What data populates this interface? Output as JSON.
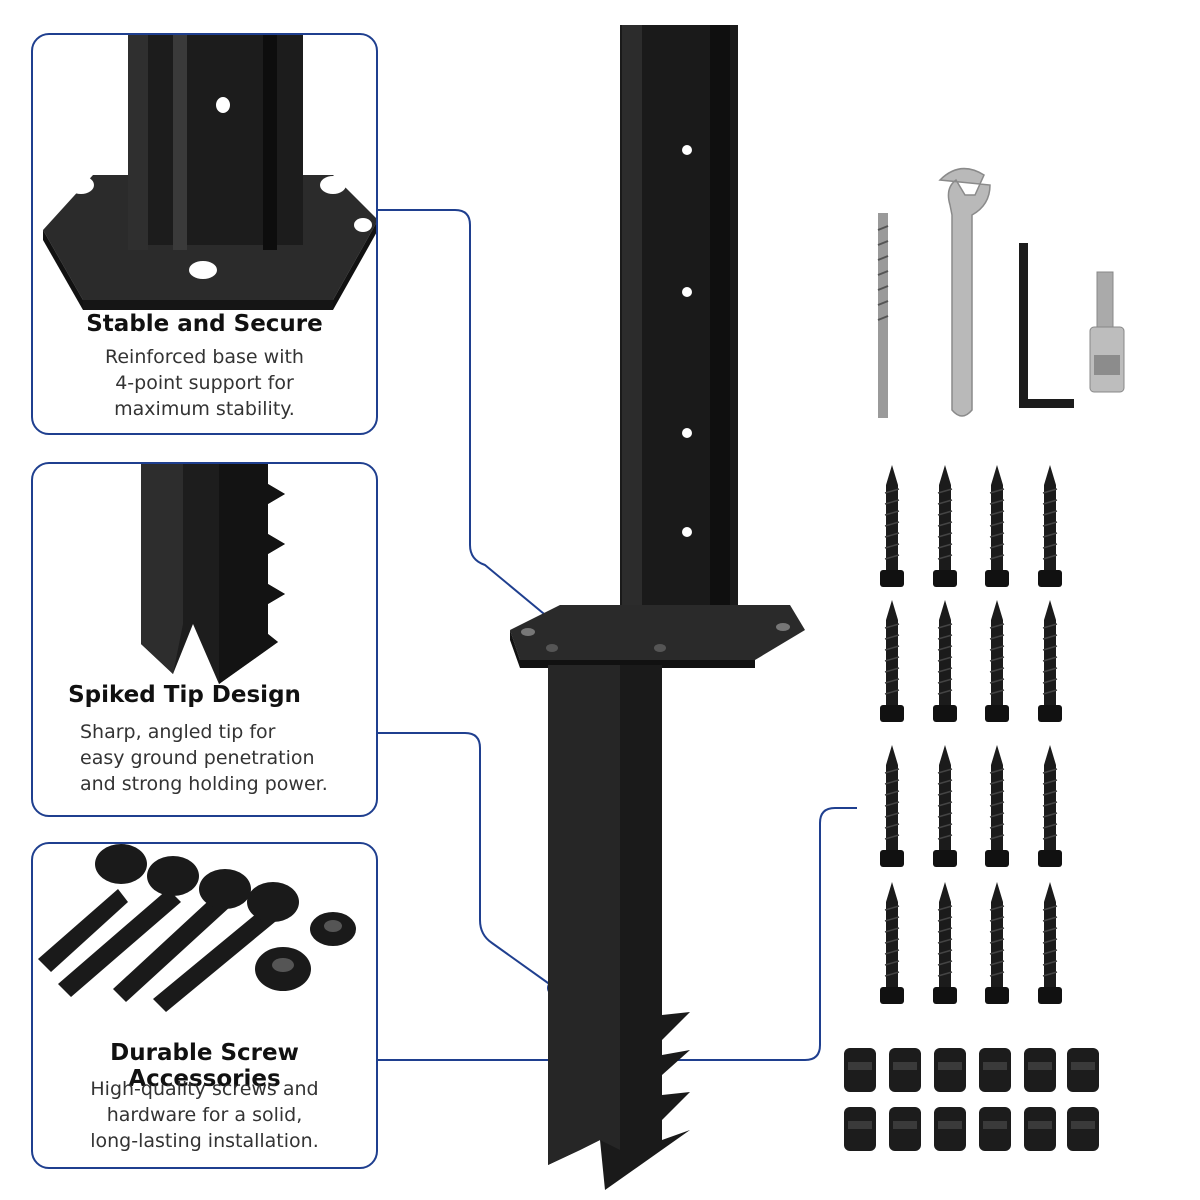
{
  "features": [
    {
      "title": "Stable and Secure",
      "lines": [
        "Reinforced base with",
        "4-point support for",
        "maximum stability."
      ]
    },
    {
      "title": "Spiked Tip Design",
      "lines": [
        "Sharp, angled tip for",
        "easy ground penetration",
        "and strong holding power."
      ]
    },
    {
      "title": "Durable Screw Accessories",
      "lines": [
        "High-quality screws and",
        "hardware for a solid,",
        "long-lasting installation."
      ]
    }
  ],
  "colors": {
    "accent": "#1f3f8f",
    "metal_black": "#1b1b1b",
    "tool_silver": "#b9b9b9"
  },
  "icons": [
    "drill-bit-icon",
    "wrench-icon",
    "allen-key-icon",
    "socket-adapter-icon",
    "screw-icon",
    "spacer-icon"
  ]
}
